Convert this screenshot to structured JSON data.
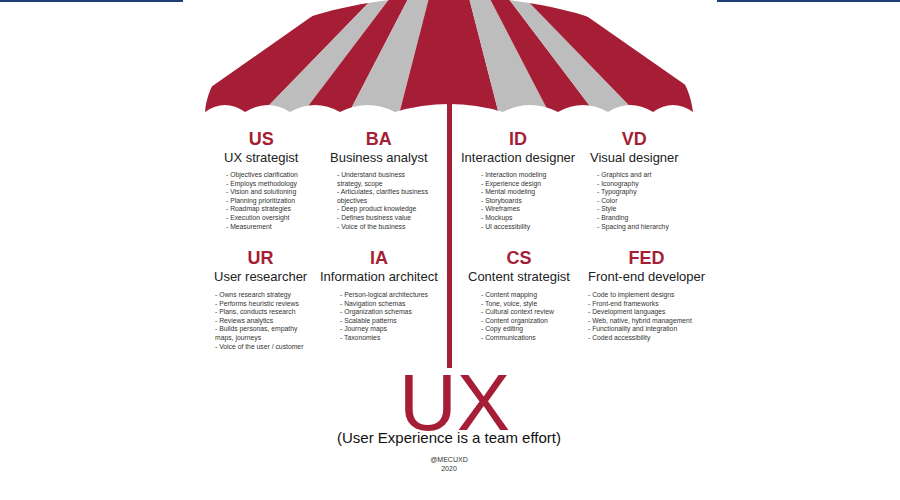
{
  "diagram": {
    "caption": "(User Experience is a team effort)",
    "labels": [
      "US",
      "UX strategist",
      "- Objectives clarification",
      "- Employs methodology",
      "- Vision and solutioning",
      "- Planning prioritization",
      "- Roadmap strategies",
      "- Execution oversight",
      "- Measurement",
      "BA",
      "Business analyst",
      "- Understand business strategy, scope",
      "- Articulates, clarifies business objectives",
      "- Deep product knowledge",
      "- Defines business value",
      "- Voice of the business",
      "ID",
      "Interaction designer",
      "- Interaction modeling",
      "- Experience design",
      "- Mental modeling",
      "- Storyboards",
      "- Wireframes",
      "- Mockups",
      "- UI accessibility",
      "VD",
      "Visual designer",
      "- Graphics and art",
      "- Iconography",
      "- Typography",
      "- Color",
      "- Style",
      "- Branding",
      "- Spacing and hierarchy",
      "UR",
      "User researcher",
      "- Owns research strategy",
      "- Performs heuristic reviews",
      "- Plans, conducts research",
      "- Reviews analytics",
      "- Builds personas, empathy maps, journeys",
      "- Voice of the user / customer",
      "IA",
      "Information architect",
      "- Person-logical architectures",
      "- Navigation schemas",
      "- Organization schemas",
      "- Scalable patterns",
      "- Journey maps",
      "- Taxonomies",
      "CS",
      "Content strategist",
      "- Content mapping",
      "- Tone, voice, style",
      "- Cultural context review",
      "- Content organization",
      "- Copy editing",
      "- Communications",
      "FED",
      "Front-end developer",
      "- Code to implement designs",
      "- Front-end frameworks",
      "- Development languages",
      "- Web, native, hybrid management",
      "- Functionality and integration",
      "- Coded accessibility",
      "UX",
      "@MECUXD",
      "2020"
    ]
  }
}
